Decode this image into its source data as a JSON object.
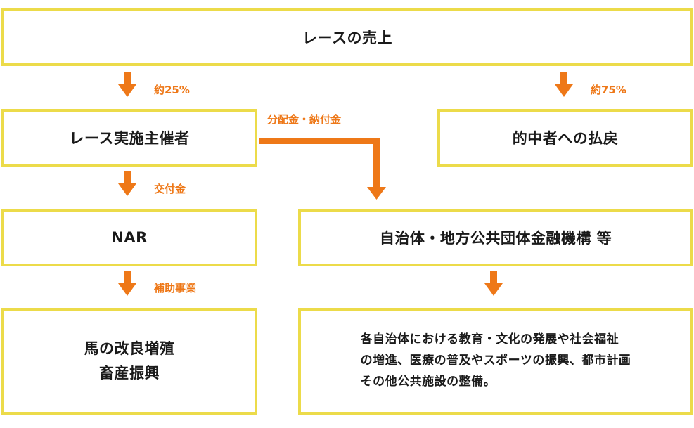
{
  "colors": {
    "box_border": "#ecdb4a",
    "arrow": "#ee7818",
    "text": "#1a1a1a"
  },
  "boxes": {
    "sales": "レースの売上",
    "organizer": "レース実施主催者",
    "winners": "的中者への払戻",
    "nar": "NAR",
    "local_gov": "自治体・地方公共団体金融機構 等",
    "horse": [
      "馬の改良増殖",
      "畜産振興"
    ],
    "public_works": [
      "各自治体における教育・文化の発展や社会福祉",
      "の増進、医療の普及やスポーツの振興、都市計画",
      "その他公共施設の整備。"
    ]
  },
  "labels": {
    "approx_25": "約25%",
    "approx_75": "約75%",
    "distribution": "分配金・納付金",
    "grant": "交付金",
    "subsidy": "補助事業"
  }
}
